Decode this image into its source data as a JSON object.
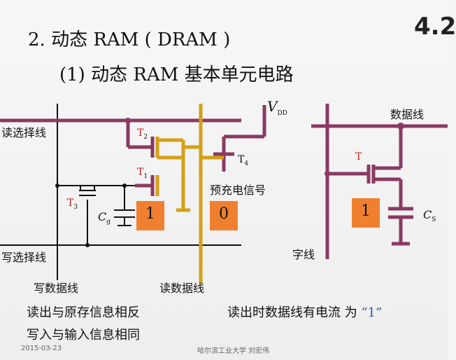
{
  "slide": {
    "heading": "2. 动态 RAM ( DRAM )",
    "subheading": "(1)  动态 RAM 基本单元电路",
    "slide_number": "4.2"
  },
  "left_circuit": {
    "read_select_line": "读选择线",
    "write_select_line": "写选择线",
    "write_data_line": "写数据线",
    "read_data_line": "读数据线",
    "vdd": "V",
    "vdd_sub": "DD",
    "t1": "T",
    "t1_sub": "1",
    "t2": "T",
    "t2_sub": "2",
    "t3": "T",
    "t3_sub": "3",
    "t4": "T",
    "t4_sub": "4",
    "cg": "C",
    "cg_sub": "g",
    "precharge": "预充电信号",
    "stored_bit": "1",
    "data_out_bit": "0"
  },
  "right_circuit": {
    "data_line": "数据线",
    "word_line": "字线",
    "t": "T",
    "cs": "C",
    "cs_sub": "S",
    "stored_bit": "1"
  },
  "notes": {
    "read_inverted": "读出与原存信息相反",
    "write_same": "写入与输入信息相同",
    "read_current": "读出时数据线有电流 为",
    "read_current_value": "“1”"
  },
  "footer": {
    "date": "2015-03-23",
    "author": "哈尔滨工业大学  刘宏伟"
  },
  "colors": {
    "wire": "#8b3a62",
    "active": "#d4a017",
    "bit_box": "#f08030",
    "red_label": "#cc2222"
  }
}
